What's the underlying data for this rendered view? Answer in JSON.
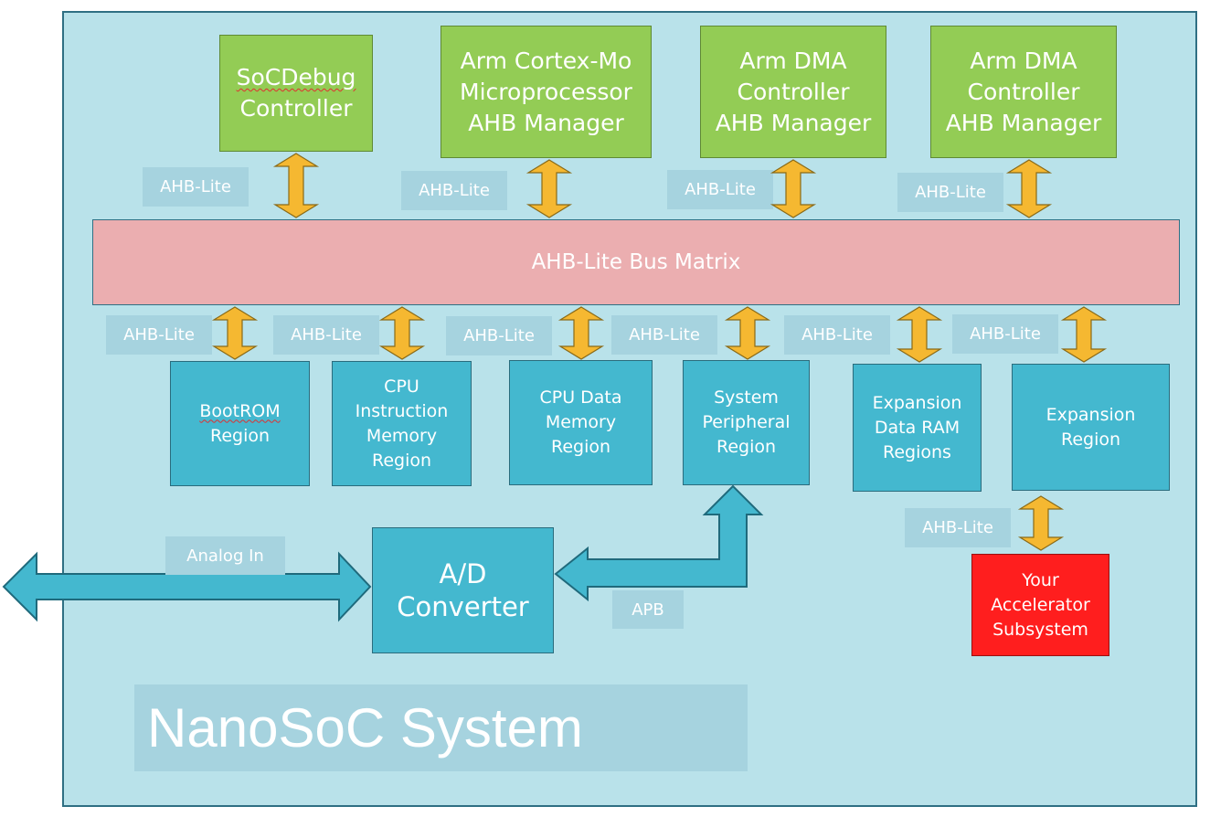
{
  "system_label": "NanoSoC System",
  "bus_matrix": "AHB-Lite Bus Matrix",
  "managers": {
    "socdebug": {
      "line1": "SoCDebug",
      "line2": "Controller"
    },
    "cortex": {
      "line1": "Arm Cortex-Mo",
      "line2": "Microprocessor",
      "line3": "AHB Manager"
    },
    "dma1": {
      "line1": "Arm DMA",
      "line2": "Controller",
      "line3": "AHB Manager"
    },
    "dma2": {
      "line1": "Arm DMA",
      "line2": "Controller",
      "line3": "AHB Manager"
    }
  },
  "regions": {
    "bootrom": {
      "line1": "BootROM",
      "line2": "Region"
    },
    "cpu_instr": {
      "line1": "CPU",
      "line2": "Instruction",
      "line3": "Memory",
      "line4": "Region"
    },
    "cpu_data": {
      "line1": "CPU Data",
      "line2": "Memory",
      "line3": "Region"
    },
    "sys_periph": {
      "line1": "System",
      "line2": "Peripheral",
      "line3": "Region"
    },
    "exp_data_ram": {
      "line1": "Expansion",
      "line2": "Data RAM",
      "line3": "Regions"
    },
    "expansion": {
      "line1": "Expansion",
      "line2": "Region"
    }
  },
  "adc": {
    "line1": "A/D",
    "line2": "Converter"
  },
  "accelerator": {
    "line1": "Your",
    "line2": "Accelerator",
    "line3": "Subsystem"
  },
  "labels": {
    "ahb_lite": "AHB-Lite",
    "apb": "APB",
    "analog_in": "Analog In"
  },
  "colors": {
    "system_bg": "#b9e2ea",
    "manager": "#93cc55",
    "region": "#44b8cf",
    "bus_matrix": "#ebaeb0",
    "accelerator": "#ff1e1e",
    "arrow_orange": "#f5b831",
    "label_bg": "#a6d3df"
  }
}
